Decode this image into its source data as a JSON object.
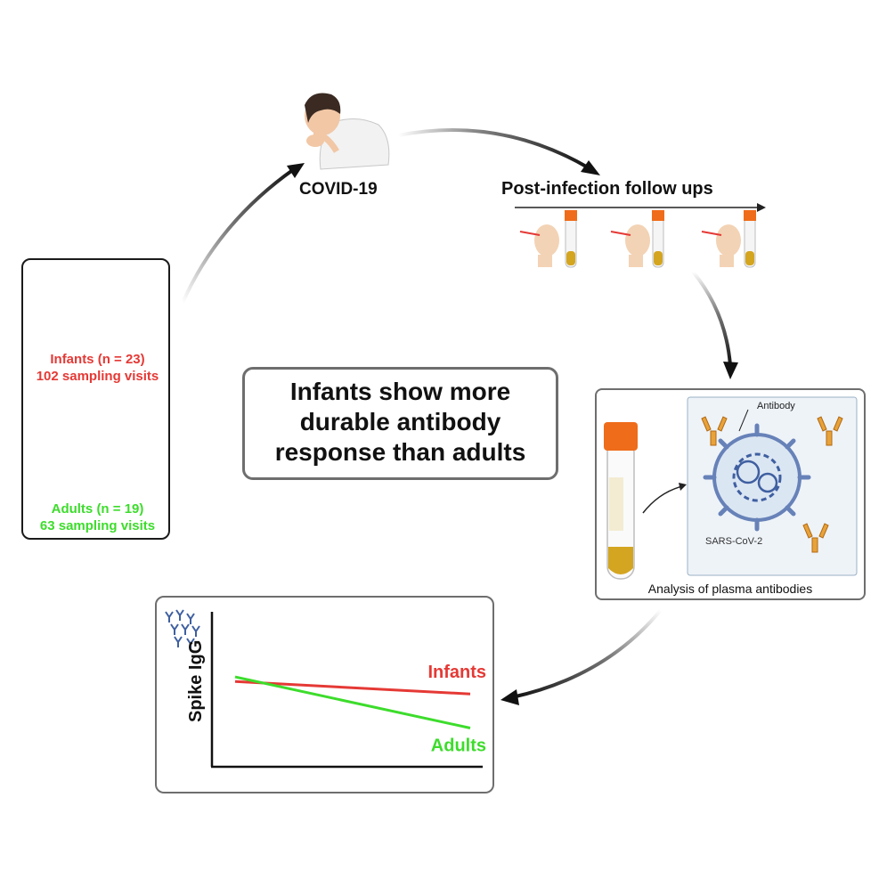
{
  "cohorts": {
    "infants": {
      "line1": "Infants (n = 23)",
      "line2": "102 sampling visits",
      "color": "#e53935"
    },
    "adults": {
      "line1": "Adults (n = 19)",
      "line2": "63 sampling visits",
      "color": "#3ddc2c"
    }
  },
  "covid": {
    "label": "COVID-19"
  },
  "followup": {
    "label": "Post-infection follow ups"
  },
  "conclusion": {
    "line1": "Infants show more",
    "line2": "durable antibody",
    "line3": "response than adults"
  },
  "plasma": {
    "caption": "Analysis of plasma antibodies",
    "antibody_label": "Antibody",
    "virus_label": "SARS-CoV-2"
  },
  "chart_data": {
    "type": "line",
    "ylabel": "Spike IgG",
    "xlabel": "",
    "grid": false,
    "series": [
      {
        "name": "Infants",
        "color": "#e53935",
        "values": [
          0.55,
          0.47
        ]
      },
      {
        "name": "Adults",
        "color": "#3ddc2c",
        "values": [
          0.58,
          0.25
        ]
      }
    ]
  },
  "colors": {
    "infants": "#e53935",
    "adults": "#3ddc2c",
    "box_border": "#6e6e6e",
    "arrow": "#1a1a1a"
  },
  "icons": [
    "infant-icon",
    "adult-icon",
    "coughing-person-icon",
    "nasal-swab-icon",
    "blood-tube-icon",
    "virus-icon",
    "antibody-icon"
  ]
}
